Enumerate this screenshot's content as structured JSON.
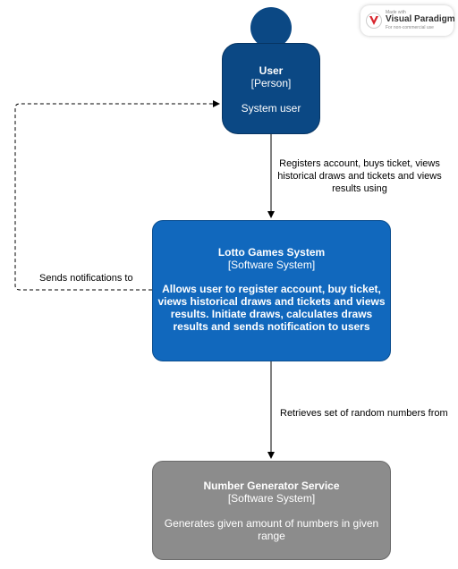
{
  "watermark": {
    "made_with": "Made with",
    "brand": "Visual Paradigm",
    "note": "For non-commercial use"
  },
  "person": {
    "title": "User",
    "type": "[Person]",
    "description": "System user",
    "color": "#0b4884"
  },
  "main_system": {
    "title": "Lotto Games System",
    "type": "[Software System]",
    "description": "Allows user to register account, buy ticket, views historical draws and tickets and views results. Initiate draws, calculates draws results and sends notification to users",
    "color": "#1168bd"
  },
  "external_system": {
    "title": "Number Generator Service",
    "type": "[Software System]",
    "description": "Generates given amount of numbers in given range",
    "color": "#8c8c8c"
  },
  "relations": {
    "user_to_system": "Registers account, buys ticket, views historical draws and tickets and views results using",
    "system_to_user": "Sends notifications to",
    "system_to_generator": "Retrieves set of random numbers from"
  }
}
